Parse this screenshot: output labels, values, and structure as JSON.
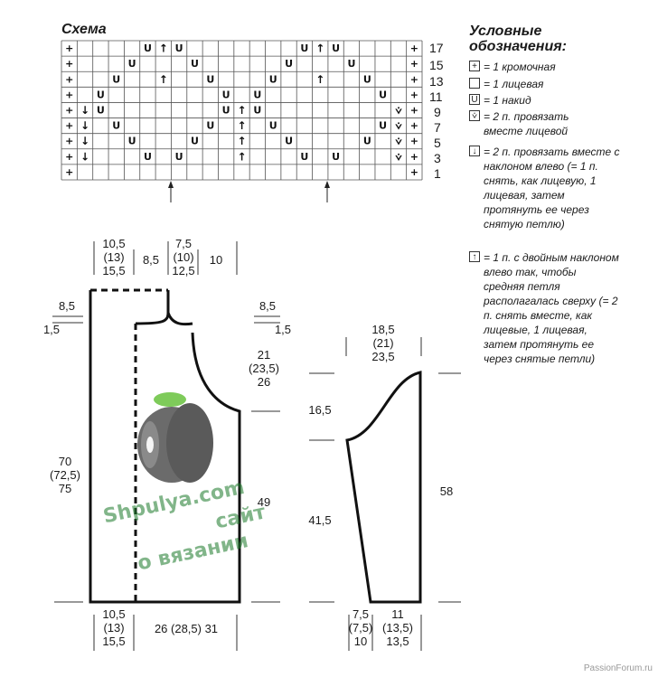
{
  "scheme": {
    "title": "Схема",
    "row_numbers": [
      "17",
      "15",
      "13",
      "11",
      "9",
      "7",
      "5",
      "3",
      "1"
    ],
    "symbols": {
      "edge": "+",
      "yarn_over": "U",
      "double_dec": "↑",
      "k2tog_left": "↓",
      "k2tog": "⩒"
    }
  },
  "legend": {
    "title_line1": "Условные",
    "title_line2": "обозначения:",
    "items": [
      {
        "symbol": "+",
        "text": "= 1 кромочная"
      },
      {
        "symbol": "",
        "text": "= 1 лицевая"
      },
      {
        "symbol": "U",
        "text": "= 1 накид"
      },
      {
        "symbol": "⩒",
        "text": "= 2 п. провязать вместе лицевой"
      },
      {
        "symbol": "↓",
        "text": "= 2 п. провязать вместе с наклоном влево (= 1 п. снять, как лицевую, 1 лицевая, затем протянуть ее через снятую петлю)"
      },
      {
        "symbol": "↑",
        "text": "= 1 п. с двойным наклоном влево так, чтобы средняя петля располагалась сверху (= 2 п. снять вместе, как лицевые, 1 лицевая, затем протянуть ее через снятые петли)"
      }
    ]
  },
  "body_pattern": {
    "top_left": [
      "10,5",
      "(13)",
      "15,5"
    ],
    "top_mid": "8,5",
    "top_neck": [
      "7,5",
      "(10)",
      "12,5"
    ],
    "top_right": "10",
    "shoulder_left": "8,5",
    "shoulder_left_small": "1,5",
    "shoulder_right": "8,5",
    "shoulder_right_small": "1,5",
    "armhole": [
      "21",
      "(23,5)",
      "26"
    ],
    "length": [
      "70",
      "(72,5)",
      "75"
    ],
    "side": "49",
    "bottom_left": [
      "10,5",
      "(13)",
      "15,5"
    ],
    "bottom_width": "26 (28,5) 31"
  },
  "sleeve_pattern": {
    "top": [
      "18,5",
      "(21)",
      "23,5"
    ],
    "cap": "16,5",
    "lower": "41,5",
    "total": "58",
    "bottom_left": [
      "7,5",
      "(7,5)",
      "10"
    ],
    "bottom_right": [
      "11",
      "(13,5)",
      "13,5"
    ]
  },
  "watermark": {
    "line1": "Shpulya.com",
    "line2": "сайт",
    "line3": "о вязании"
  },
  "footer": "PassionForum.ru"
}
